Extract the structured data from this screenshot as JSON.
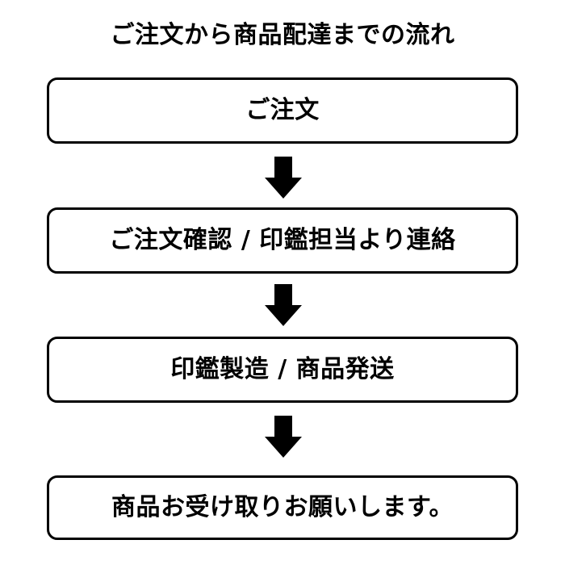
{
  "title": "ご注文から商品配達までの流れ",
  "colors": {
    "background": "#ffffff",
    "line": "#000000",
    "text": "#000000",
    "arrow": "#000000"
  },
  "steps": [
    {
      "label": "ご注文"
    },
    {
      "label": "ご注文確認 / 印鑑担当より連絡"
    },
    {
      "label": "印鑑製造 / 商品発送"
    },
    {
      "label": "商品お受け取りお願いします。"
    }
  ],
  "connectors": [
    {
      "icon": "arrow-down-icon"
    },
    {
      "icon": "arrow-down-icon"
    },
    {
      "icon": "arrow-down-icon"
    }
  ]
}
